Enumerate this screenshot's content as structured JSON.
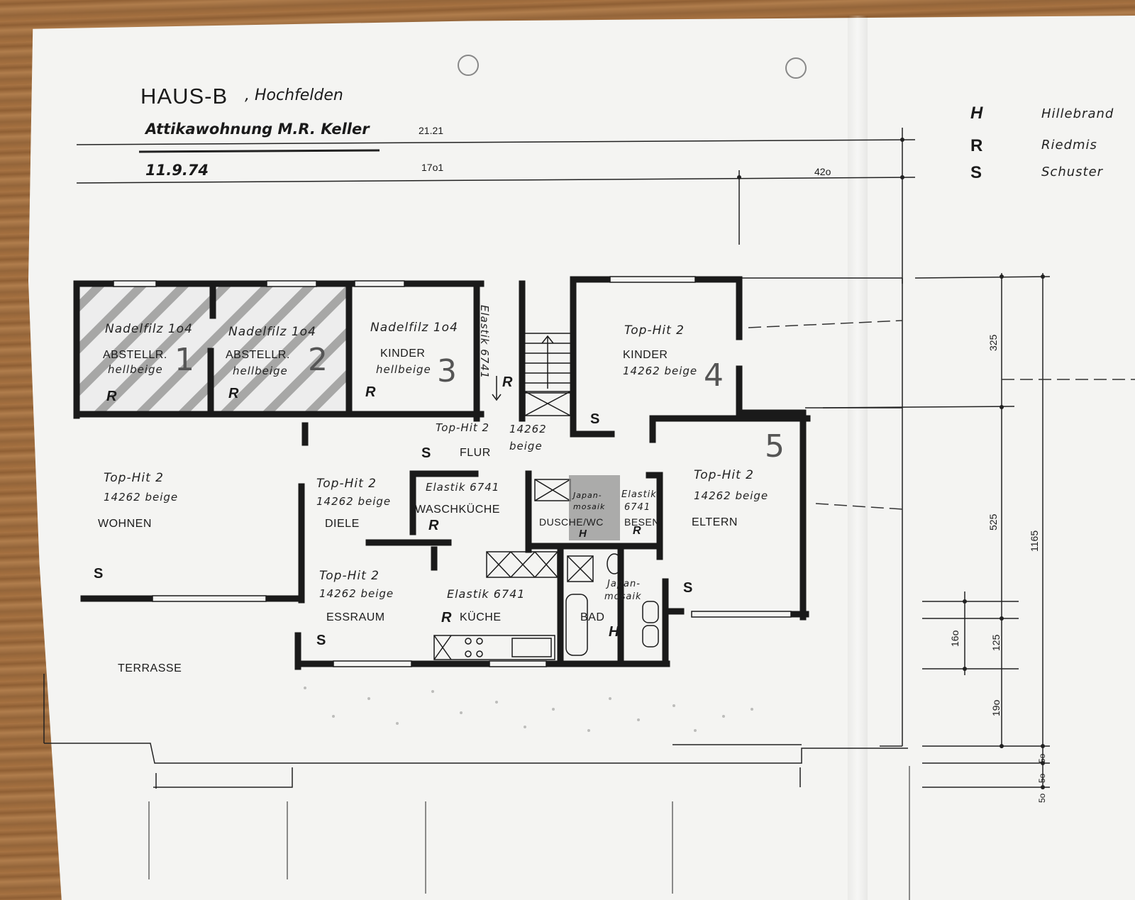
{
  "header": {
    "title": "HAUS-B",
    "place": ", Hochfelden",
    "subtitle": "Attikawohnung  M.R. Keller",
    "date": "11.9.74"
  },
  "legend": [
    {
      "key": "H",
      "name": "Hillebrand"
    },
    {
      "key": "R",
      "name": "Riedmis"
    },
    {
      "key": "S",
      "name": "Schuster"
    }
  ],
  "dimensions": {
    "top_1": "21.21",
    "top_2": "17o1",
    "top_3": "42o",
    "right_1": "325",
    "right_2": "525",
    "right_3": "1165",
    "right_4": "16o",
    "right_5": "125",
    "right_6": "19o",
    "right_7": "5o",
    "right_8": "5o",
    "right_9": "5o"
  },
  "rooms": [
    {
      "name": "ABSTELLR.",
      "note_1": "Nadelfilz  1o4",
      "note_2": "hellbeige",
      "number": "1",
      "mark": "R"
    },
    {
      "name": "ABSTELLR.",
      "note_1": "Nadelfilz  1o4",
      "note_2": "hellbeige",
      "number": "2",
      "mark": "R"
    },
    {
      "name": "KINDER",
      "note_1": "Nadelfilz  1o4",
      "note_2": "hellbeige",
      "number": "3",
      "mark": "R"
    },
    {
      "name": "KINDER",
      "note_1": "Top-Hit 2",
      "note_2": "14262  beige",
      "number": "4",
      "mark": "S"
    },
    {
      "name": "ELTERN",
      "note_1": "Top-Hit 2",
      "note_2": "14262  beige",
      "number": "5",
      "mark": "S"
    },
    {
      "name": "WOHNEN",
      "note_1": "Top-Hit 2",
      "note_2": "14262  beige",
      "mark": "S"
    },
    {
      "name": "DIELE",
      "note_1": "Top-Hit 2",
      "note_2": "14262  beige"
    },
    {
      "name": "FLUR",
      "note_1": "Top-Hit 2",
      "note_2": "14262",
      "note_3": "beige",
      "mark": "S"
    },
    {
      "name": "WASCHKÜCHE",
      "note_1": "Elastik 6741",
      "mark": "R"
    },
    {
      "name": "DUSCHE/WC",
      "note_1": "Japan-",
      "note_2": "mosaik",
      "mark": "H"
    },
    {
      "name": "BESEN",
      "note_1": "Elastik",
      "note_2": "6741",
      "mark": "R"
    },
    {
      "name": "ESSRAUM",
      "note_1": "Top-Hit 2",
      "note_2": "14262  beige",
      "mark": "S"
    },
    {
      "name": "KÜCHE",
      "note_1": "Elastik 6741",
      "mark": "R"
    },
    {
      "name": "BAD",
      "note_1": "Japan-",
      "note_2": "mosaik",
      "mark": "H"
    },
    {
      "name": "TERRASSE"
    }
  ],
  "stair_note": "Elastik 6741",
  "stair_mark": "R"
}
